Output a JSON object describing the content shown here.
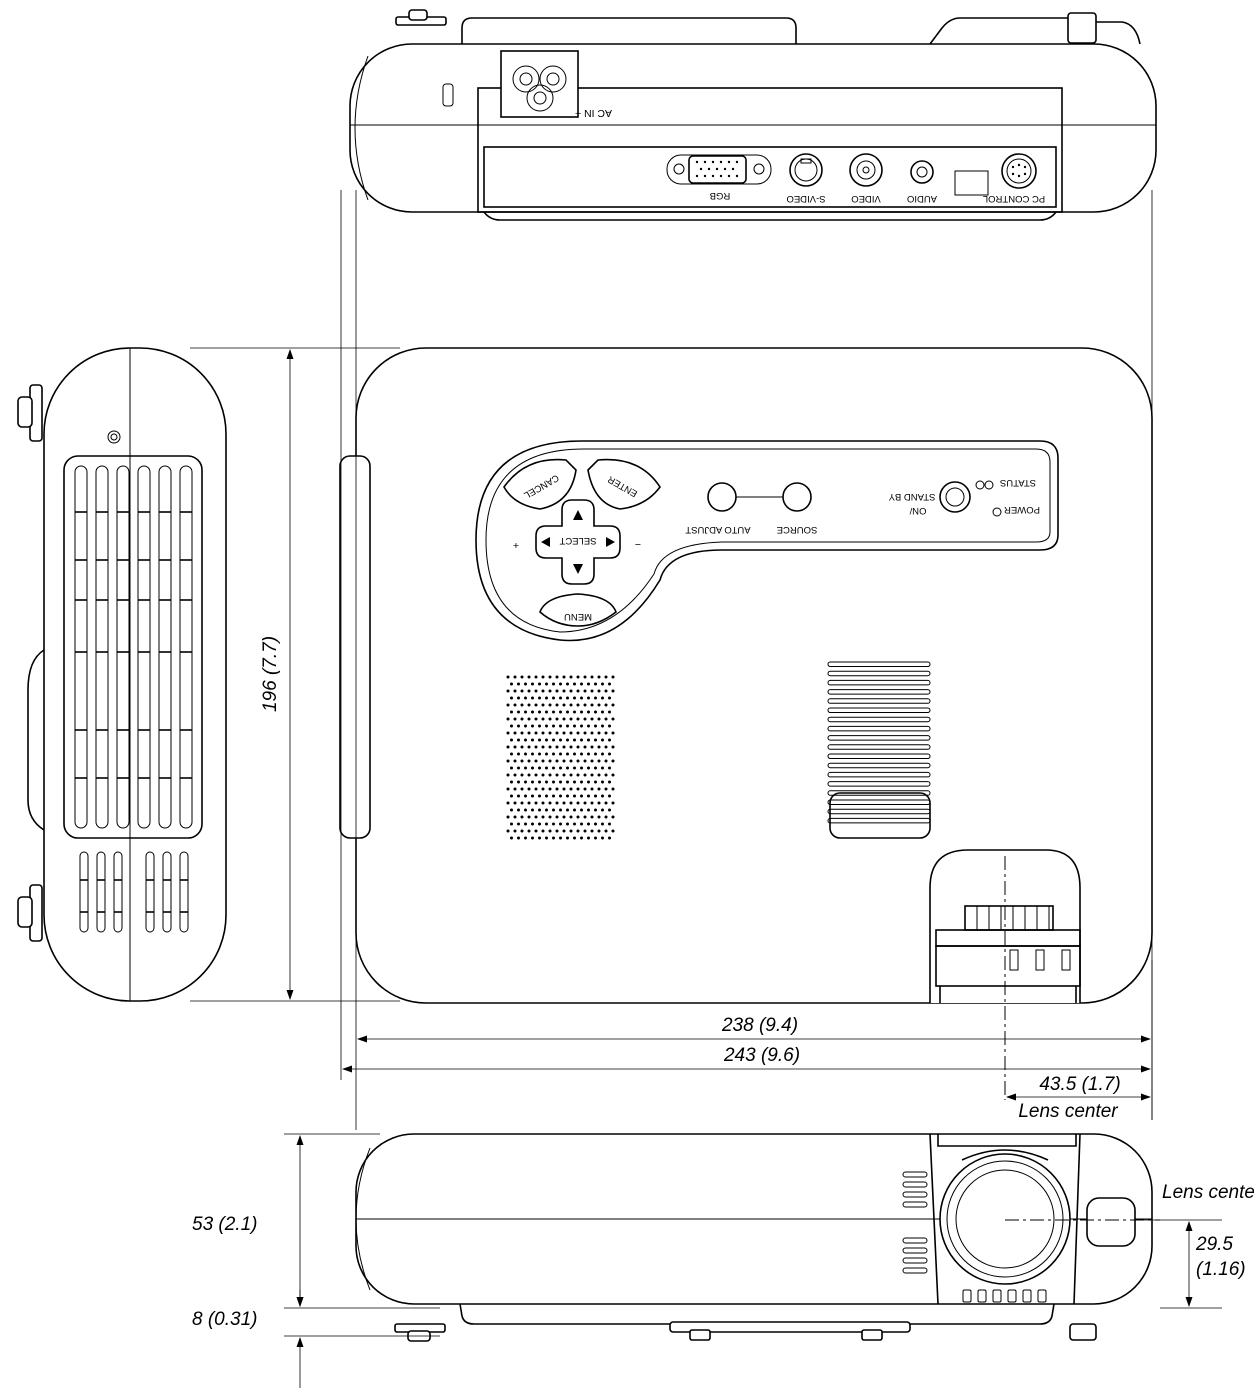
{
  "rear_panel": {
    "ac_in": "AC IN ~",
    "ports": {
      "rgb": "RGB",
      "s_video": "S-VIDEO",
      "video": "VIDEO",
      "audio": "AUDIO",
      "pc_control": "PC CONTROL"
    }
  },
  "control_panel": {
    "cancel": "CANCEL",
    "enter": "ENTER",
    "menu": "MENU",
    "select": "SELECT",
    "plus": "+",
    "minus": "−",
    "auto_adjust": "AUTO ADJUST",
    "source": "SOURCE",
    "on_standby_line1": "ON/",
    "on_standby_line2": "STAND BY",
    "status": "STATUS",
    "power": "POWER"
  },
  "dimensions": {
    "depth": "196 (7.7)",
    "width_body": "238 (9.4)",
    "width_total": "243 (9.6)",
    "lens_offset": "43.5 (1.7)",
    "lens_center_top": "Lens center",
    "height": "53 (2.1)",
    "foot": "8 (0.31)",
    "lens_center_side": "Lens center",
    "lens_height_line1": "29.5",
    "lens_height_line2": "(1.16)"
  }
}
